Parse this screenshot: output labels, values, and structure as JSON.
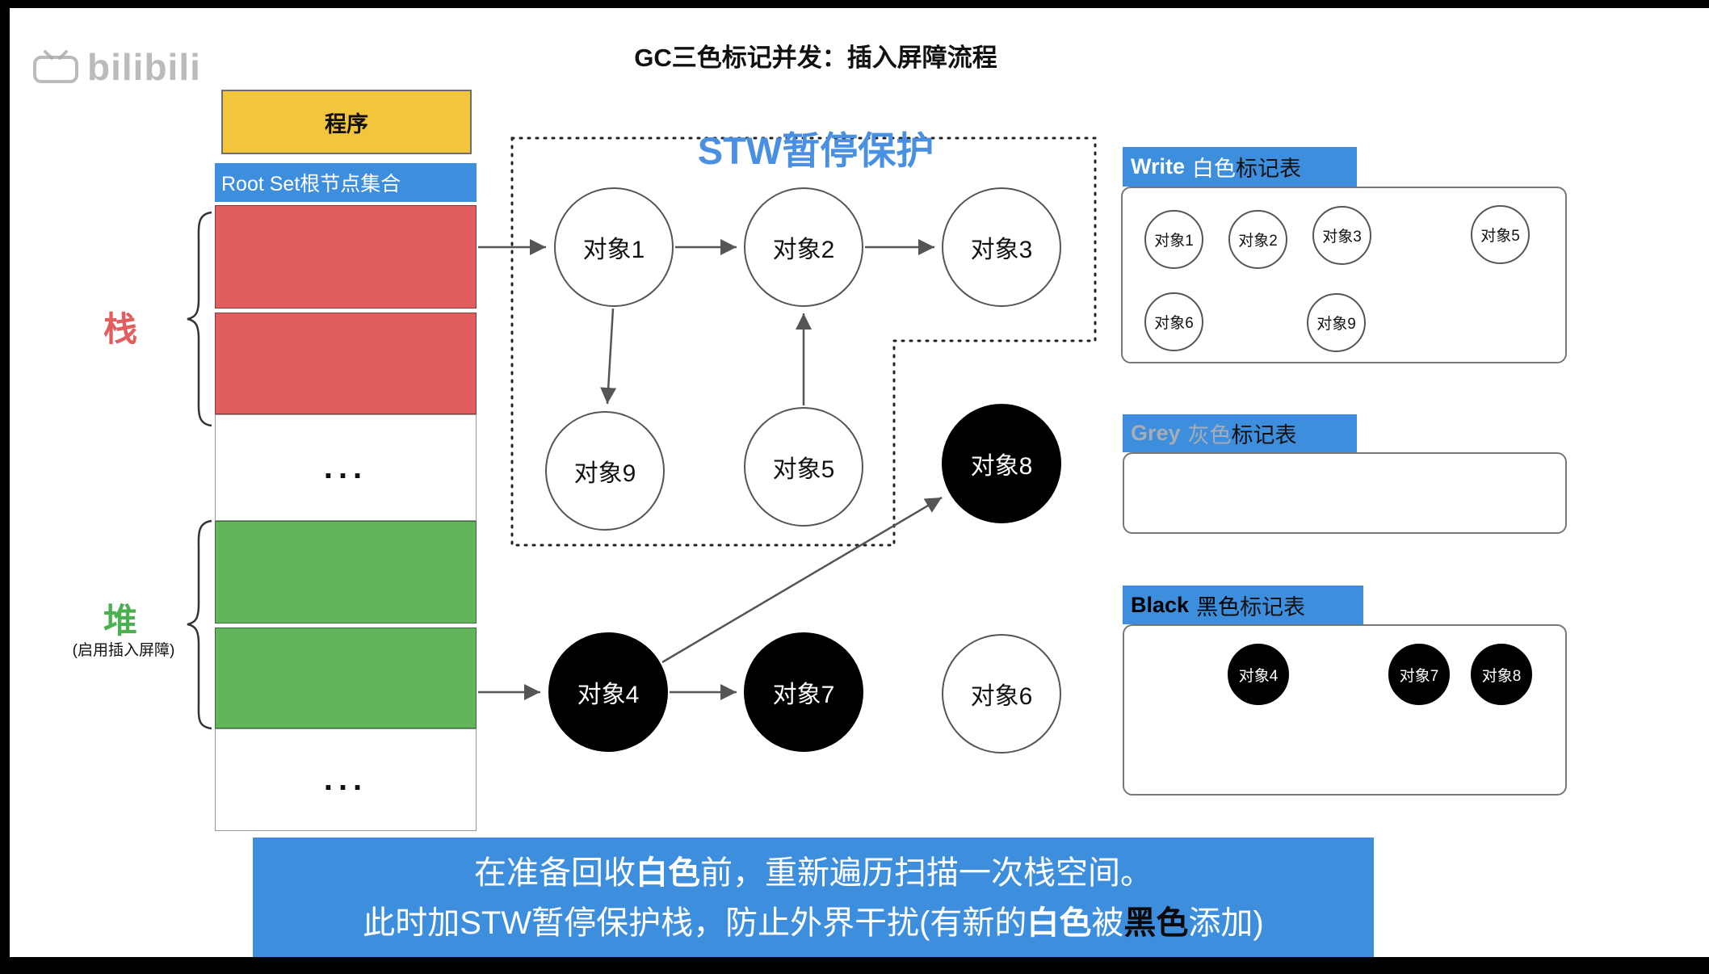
{
  "title": "GC三色标记并发：插入屏障流程",
  "watermark": "bilibili",
  "colors": {
    "accent_blue": "#3E8EDE",
    "stw_blue": "#4A90E2",
    "stack_red": "#E25D5D",
    "heap_green": "#62B55A",
    "program_yellow": "#F2C53D"
  },
  "memory": {
    "program": "程序",
    "root_set": "Root Set根节点集合",
    "ellipsis": "...",
    "stack_label": "栈",
    "heap_label": "堆",
    "heap_note": "(启用插入屏障)"
  },
  "stw_label": "STW暂停保护",
  "nodes": {
    "obj1": "对象1",
    "obj2": "对象2",
    "obj3": "对象3",
    "obj9": "对象9",
    "obj5": "对象5",
    "obj8": "对象8",
    "obj4": "对象4",
    "obj7": "对象7",
    "obj6": "对象6"
  },
  "tables": {
    "write": {
      "en": "Write",
      "color_word": "白色",
      "suffix": "标记表",
      "items": [
        "对象1",
        "对象2",
        "对象3",
        "对象5",
        "对象6",
        "对象9"
      ]
    },
    "grey": {
      "en": "Grey",
      "color_word": "灰色",
      "suffix": "标记表",
      "items": []
    },
    "black": {
      "en": "Black",
      "color_word": "黑色",
      "suffix": "标记表",
      "items": [
        "对象4",
        "对象7",
        "对象8"
      ]
    }
  },
  "banner": {
    "line1_pre": "在准备回收",
    "line1_white": "白色",
    "line1_post": "前，重新遍历扫描一次栈空间。",
    "line2_pre": "此时加STW暂停保护栈，防止外界干扰(有新的",
    "line2_white": "白色",
    "line2_mid": "被",
    "line2_black": "黑色",
    "line2_post": "添加)"
  }
}
